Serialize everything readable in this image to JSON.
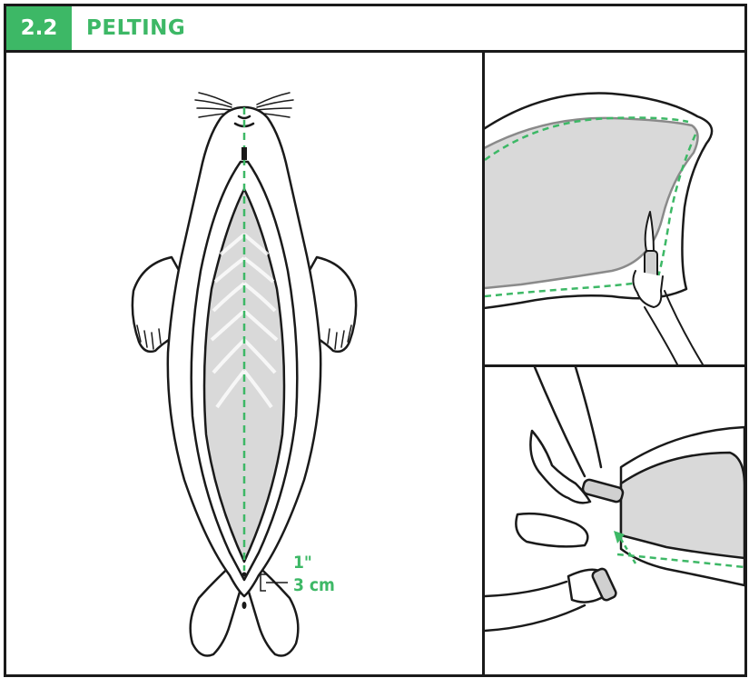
{
  "header": {
    "section_number": "2.2",
    "title": "PELTING"
  },
  "measurement": {
    "imperial": "1\"",
    "metric": "3 cm"
  },
  "colors": {
    "accent": "#3db866",
    "line": "#1a1a1a",
    "flesh": "#d9d9d9"
  }
}
